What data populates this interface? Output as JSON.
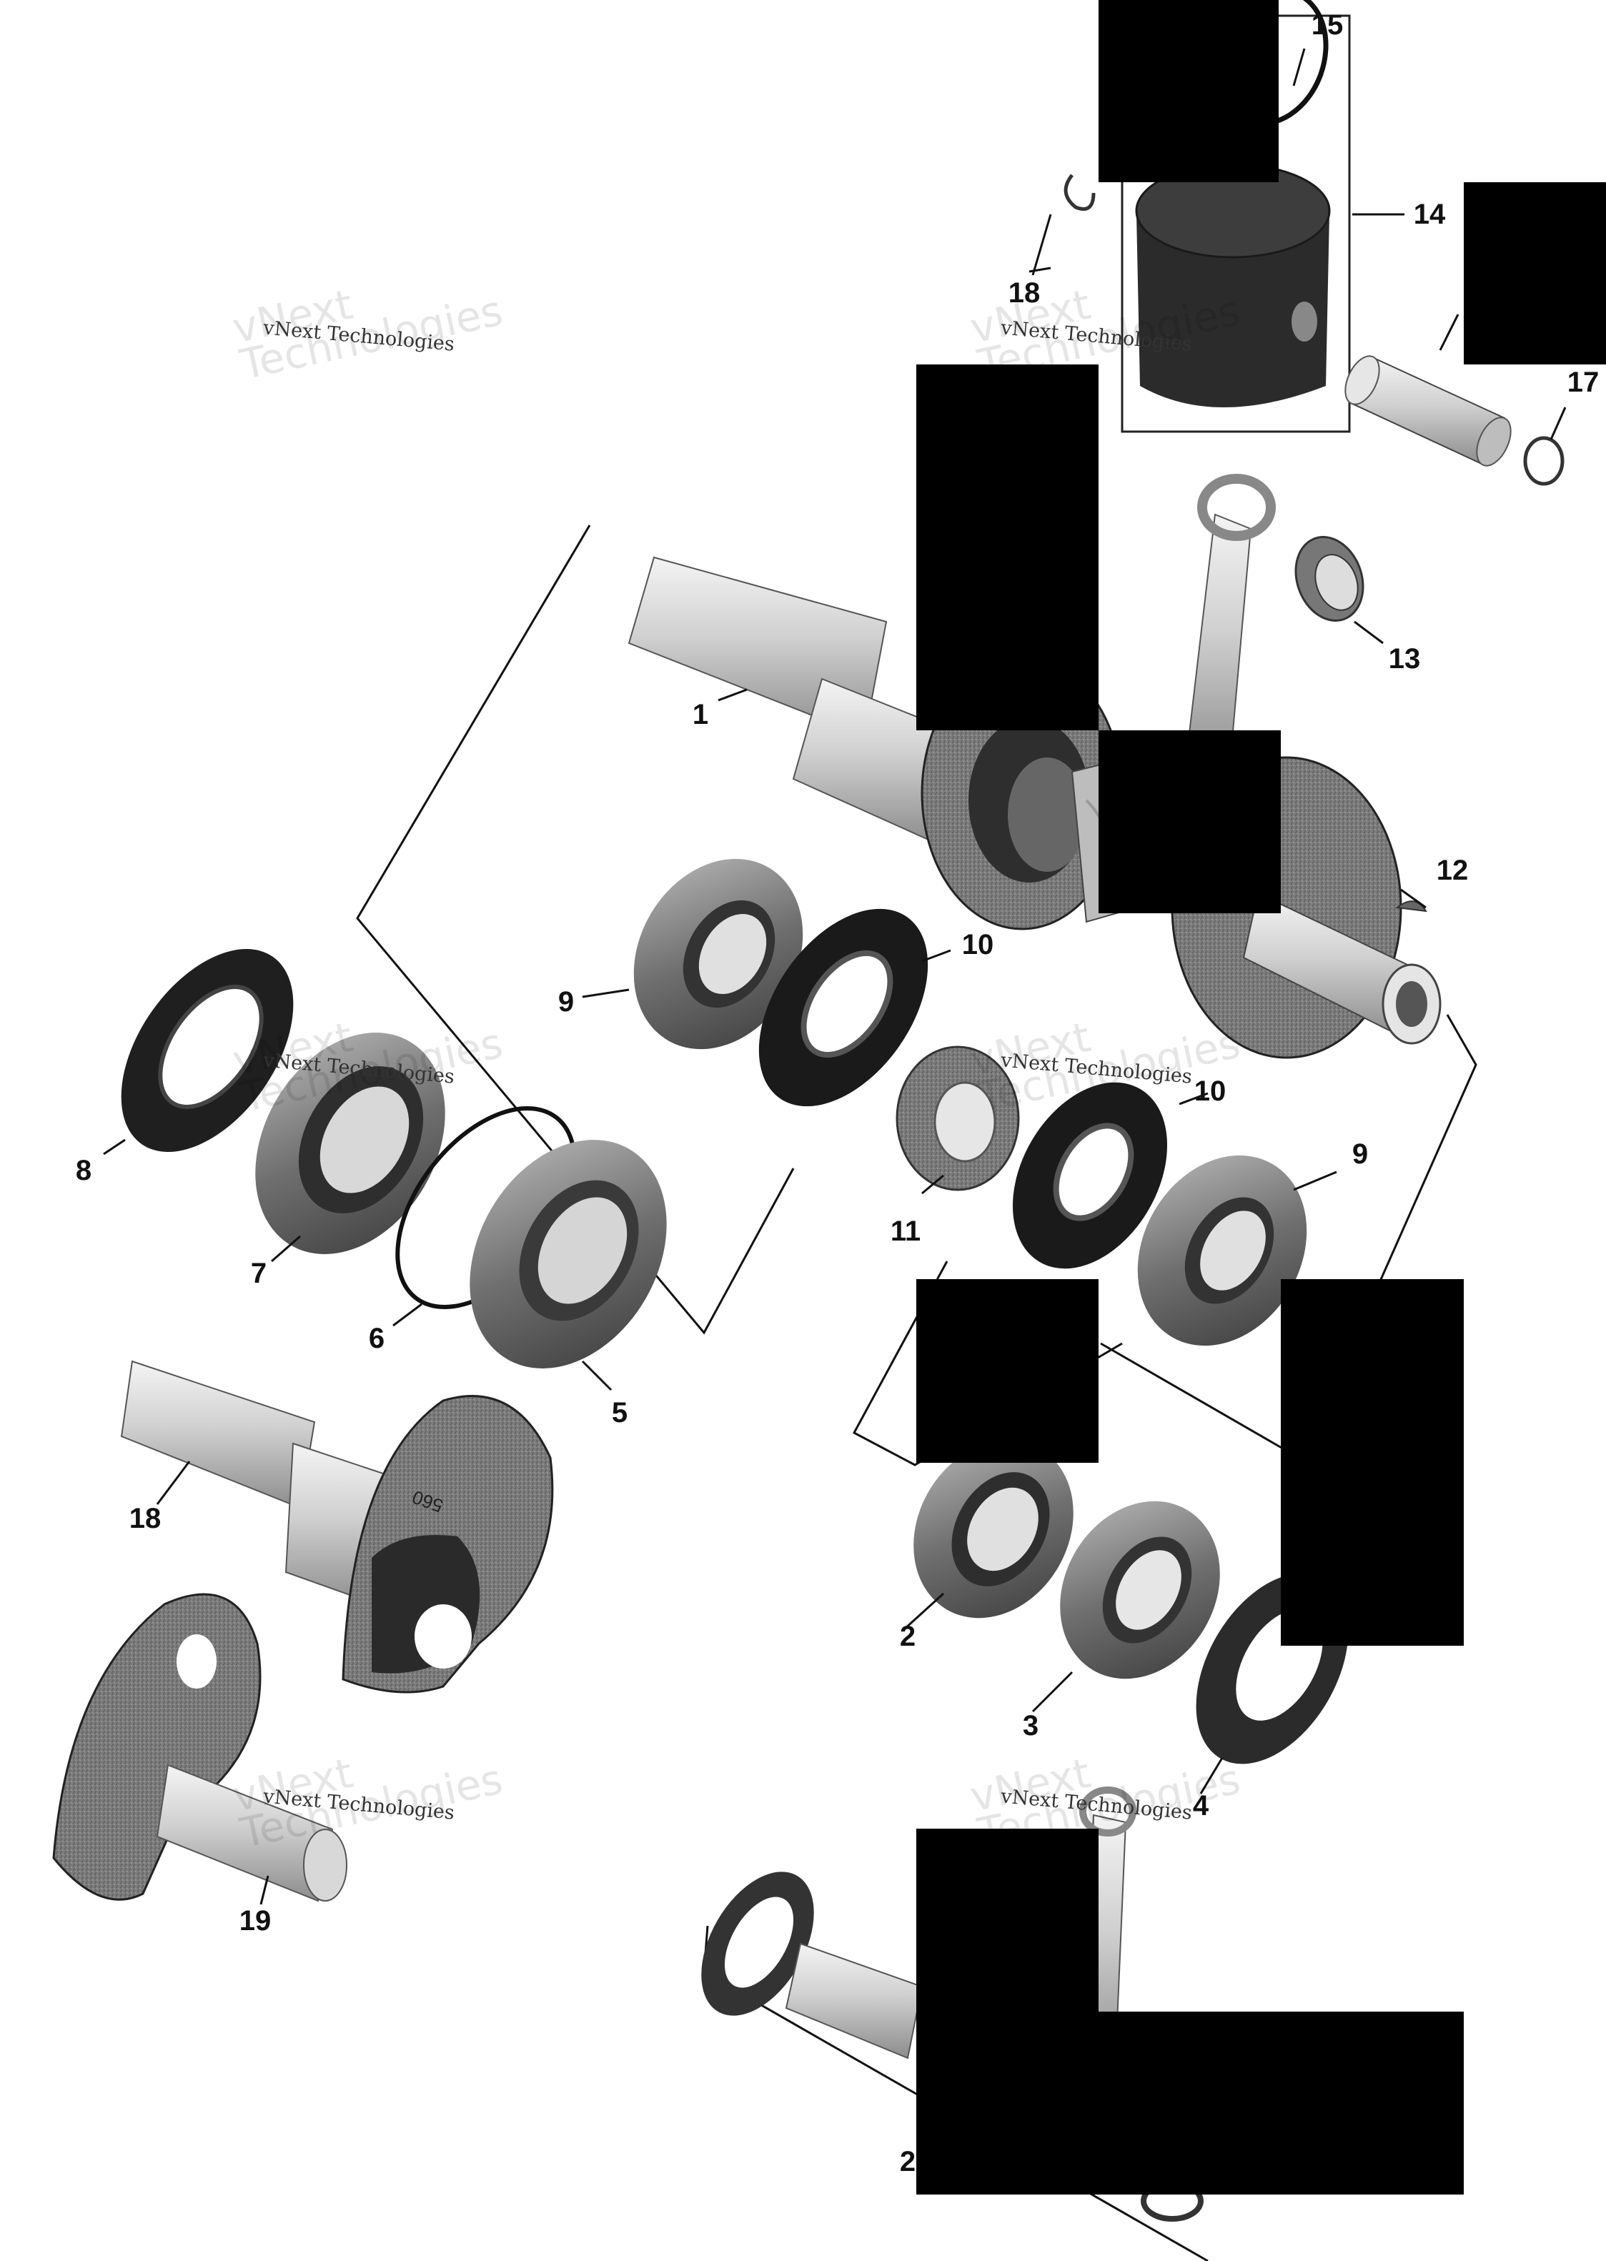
{
  "callouts": {
    "c1": "1",
    "c2": "2",
    "c3": "3",
    "c4": "4",
    "c5": "5",
    "c6": "6",
    "c7": "7",
    "c8": "8",
    "c9a": "9",
    "c9b": "9",
    "c10a": "10",
    "c10b": "10",
    "c11": "11",
    "c12": "12",
    "c13": "13",
    "c14": "14",
    "c15": "15",
    "c17": "17",
    "c18a": "18",
    "c18b": "18",
    "c19": "19",
    "c21": "2"
  },
  "watermark": {
    "small_text": "vNext Technologies",
    "big_text": "vNext\nTechnologies"
  },
  "part_stamp": "560",
  "colors": {
    "part_dark": "#2b2b2b",
    "part_mid": "#6d6d6d",
    "part_light": "#cfcfcf",
    "speckle": "#8a8a8a",
    "redaction": "#000000"
  }
}
